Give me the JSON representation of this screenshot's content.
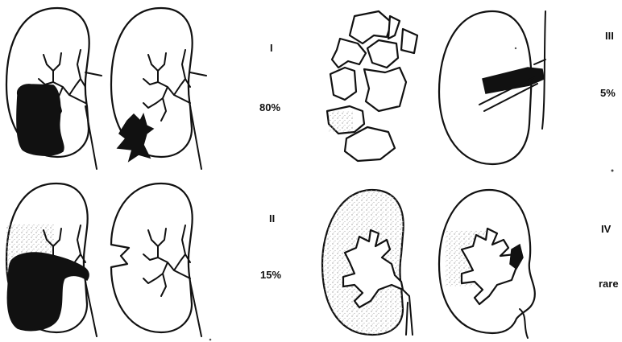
{
  "grades": [
    {
      "numeral": "I",
      "percent": "80%"
    },
    {
      "numeral": "II",
      "percent": "15%"
    },
    {
      "numeral": "III",
      "percent": "5%"
    },
    {
      "numeral": "IV",
      "percent": "rare"
    }
  ],
  "colors": {
    "ink": "#111111",
    "paper": "#ffffff",
    "stipple": "#bdbdbd"
  }
}
